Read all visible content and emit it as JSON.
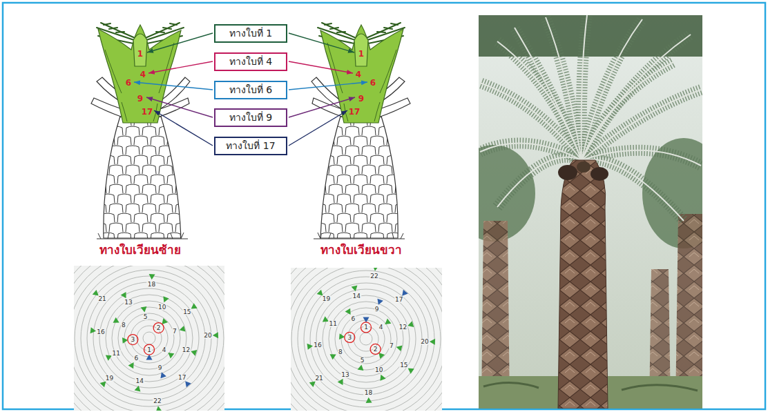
{
  "diagram": {
    "nodes": [
      {
        "text": [
          "ทางใบที่ 1"
        ]
      },
      {
        "text": [
          "ทางใบที่ 4"
        ]
      },
      {
        "text": [
          "ทางใบที่ 6"
        ]
      },
      {
        "text": [
          "ทางใบที่ 9"
        ]
      },
      {
        "text": [
          "ทางใบที่ 17"
        ]
      }
    ],
    "labels": [
      "1",
      "4",
      "6",
      "9",
      "17",
      "ทางใบเวียนซ้าย",
      "1",
      "4",
      "6",
      "9",
      "17",
      "ทางใบเวียนขวา",
      "1",
      "2",
      "3",
      "4",
      "5",
      "6",
      "7",
      "8",
      "9",
      "10",
      "11",
      "12",
      "13",
      "14",
      "15",
      "16",
      "17",
      "18",
      "19",
      "20",
      "21",
      "22",
      "1",
      "2",
      "3",
      "4",
      "5",
      "6",
      "7",
      "8",
      "9",
      "10",
      "11",
      "12",
      "13",
      "14",
      "15",
      "16",
      "17",
      "18",
      "19",
      "20",
      "21",
      "22"
    ]
  }
}
